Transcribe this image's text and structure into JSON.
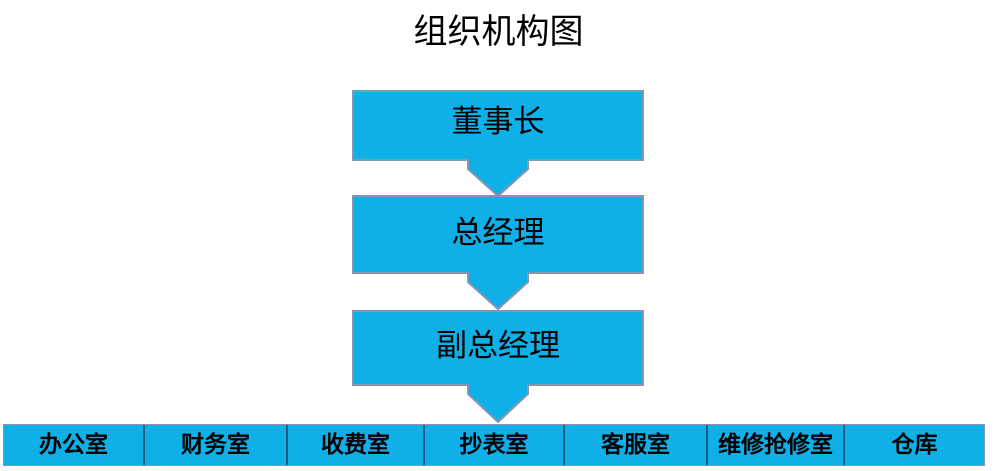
{
  "chart_data": {
    "type": "diagram",
    "title": "组织机构图",
    "orientation": "top-down",
    "levels": [
      {
        "level": 1,
        "nodes": [
          "董事长"
        ]
      },
      {
        "level": 2,
        "nodes": [
          "总经理"
        ]
      },
      {
        "level": 3,
        "nodes": [
          "副总经理"
        ]
      },
      {
        "level": 4,
        "nodes": [
          "办公室",
          "财务室",
          "收费室",
          "抄表室",
          "客服室",
          "维修抢修室",
          "仓库"
        ]
      }
    ],
    "connectors": [
      {
        "from": "董事长",
        "to": "总经理",
        "style": "down-arrow"
      },
      {
        "from": "总经理",
        "to": "副总经理",
        "style": "down-arrow"
      },
      {
        "from": "副总经理",
        "to": "departments",
        "style": "down-arrow"
      }
    ]
  },
  "title": "组织机构图",
  "nodes": {
    "chairman": {
      "label": "董事长"
    },
    "general_manager": {
      "label": "总经理"
    },
    "deputy_general_manager": {
      "label": "副总经理"
    }
  },
  "departments": [
    {
      "label": "办公室"
    },
    {
      "label": "财务室"
    },
    {
      "label": "收费室"
    },
    {
      "label": "抄表室"
    },
    {
      "label": "客服室"
    },
    {
      "label": "维修抢修室"
    },
    {
      "label": "仓库"
    }
  ],
  "colors": {
    "node_fill": "#0FAFE8",
    "node_border": "#8496B0",
    "department_fill": "#0FAFE8",
    "department_divider": "#1B5C86",
    "text": "#000000",
    "background": "#FFFFFF"
  }
}
